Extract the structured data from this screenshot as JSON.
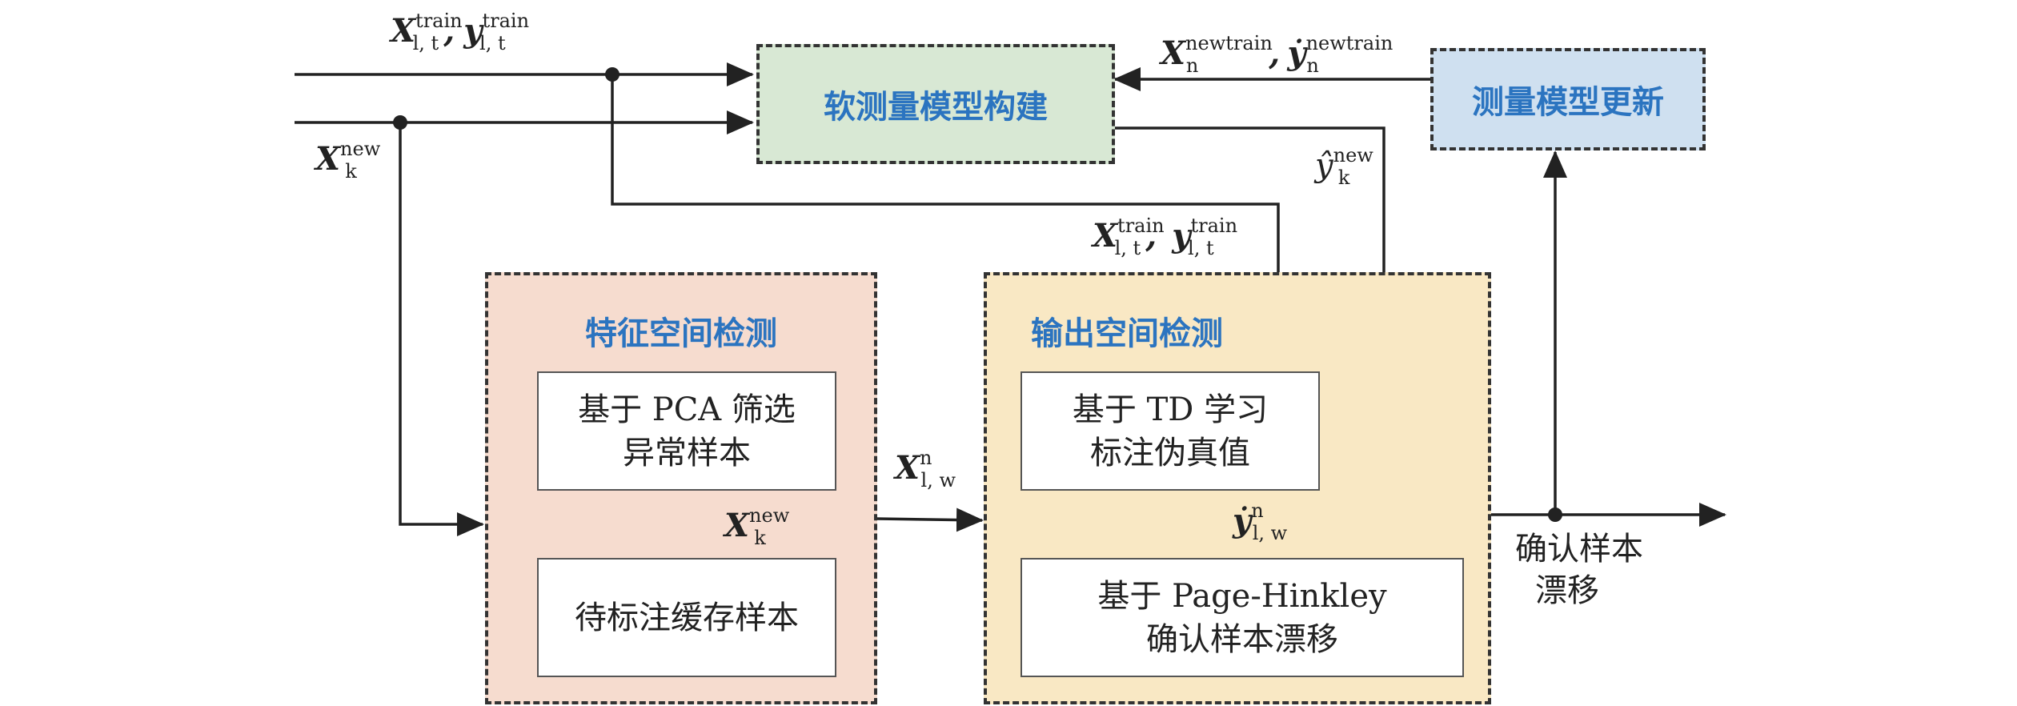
{
  "colors": {
    "model_build_fill": "#d8e8d4",
    "model_update_fill": "#cfe0f0",
    "feature_space_fill": "#f6dccf",
    "output_space_fill": "#f9e8c4",
    "title_blue": "#2b74c0",
    "line": "#222222"
  },
  "blocks": {
    "model_build": "软测量模型构建",
    "model_update": "测量模型更新",
    "feature_space": {
      "title": "特征空间检测",
      "pca_line1": "基于 PCA 筛选",
      "pca_line2": "异常样本",
      "cache": "待标注缓存样本"
    },
    "output_space": {
      "title": "输出空间检测",
      "td_line1": "基于 TD 学习",
      "td_line2": "标注伪真值",
      "ph_line1": "基于 Page-Hinkley",
      "ph_line2": "确认样本漂移"
    },
    "confirm_line1": "确认样本",
    "confirm_line2": "漂移"
  },
  "labels": {
    "X": "X",
    "y": "y",
    "comma": ",",
    "sup_train": "train",
    "sub_lt": "l, t",
    "sup_new": "new",
    "sub_k": "k",
    "sup_newtrain": "newtrain",
    "sub_n": "n",
    "sup_n": "n",
    "sub_lw": "l, w",
    "y_hat": "ŷ",
    "y_dot": "ẏ"
  }
}
